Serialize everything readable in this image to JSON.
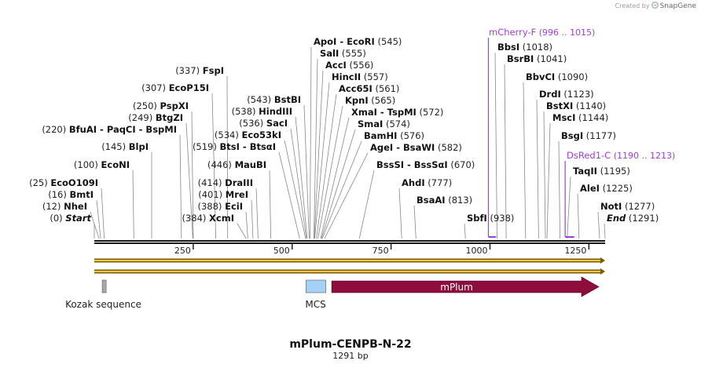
{
  "credit": {
    "prefix": "Created by",
    "brand": "SnapGene"
  },
  "map": {
    "title": "mPlum-CENPB-N-22",
    "subtitle": "1291 bp",
    "length": 1291,
    "ticks": [
      250,
      500,
      750,
      1000,
      1250
    ],
    "tick_labels": [
      "250",
      "500",
      "750",
      "1000",
      "1250"
    ]
  },
  "sites": [
    {
      "name": "Start",
      "pos": "(0)",
      "bp": 0,
      "italic": true
    },
    {
      "name": "NheI",
      "pos": "(12)",
      "bp": 12
    },
    {
      "name": "BmtI",
      "pos": "(16)",
      "bp": 16
    },
    {
      "name": "EcoO109I",
      "pos": "(25)",
      "bp": 25
    },
    {
      "name": "EcoNI",
      "pos": "(100)",
      "bp": 100
    },
    {
      "name": "BlpI",
      "pos": "(145)",
      "bp": 145
    },
    {
      "name": "BfuAI - PaqCI - BspMI",
      "pos": "(220)",
      "bp": 220
    },
    {
      "name": "BtgZI",
      "pos": "(249)",
      "bp": 249
    },
    {
      "name": "PspXI",
      "pos": "(250)",
      "bp": 250
    },
    {
      "name": "EcoP15I",
      "pos": "(307)",
      "bp": 307
    },
    {
      "name": "FspI",
      "pos": "(337)",
      "bp": 337
    },
    {
      "name": "XcmI",
      "pos": "(384)",
      "bp": 384
    },
    {
      "name": "EciI",
      "pos": "(388)",
      "bp": 388
    },
    {
      "name": "MreI",
      "pos": "(401)",
      "bp": 401
    },
    {
      "name": "DraIII",
      "pos": "(414)",
      "bp": 414
    },
    {
      "name": "MauBI",
      "pos": "(446)",
      "bp": 446
    },
    {
      "name": "BtsI - BtsαI",
      "pos": "(519)",
      "bp": 519
    },
    {
      "name": "Eco53kI",
      "pos": "(534)",
      "bp": 534
    },
    {
      "name": "SacI",
      "pos": "(536)",
      "bp": 536
    },
    {
      "name": "HindIII",
      "pos": "(538)",
      "bp": 538
    },
    {
      "name": "BstBI",
      "pos": "(543)",
      "bp": 543
    },
    {
      "name": "ApoI - EcoRI",
      "pos": "(545)",
      "bp": 545
    },
    {
      "name": "SalI",
      "pos": "(555)",
      "bp": 555
    },
    {
      "name": "AccI",
      "pos": "(556)",
      "bp": 556
    },
    {
      "name": "HincII",
      "pos": "(557)",
      "bp": 557
    },
    {
      "name": "Acc65I",
      "pos": "(561)",
      "bp": 561
    },
    {
      "name": "KpnI",
      "pos": "(565)",
      "bp": 565
    },
    {
      "name": "XmaI - TspMI",
      "pos": "(572)",
      "bp": 572
    },
    {
      "name": "SmaI",
      "pos": "(574)",
      "bp": 574
    },
    {
      "name": "BamHI",
      "pos": "(576)",
      "bp": 576
    },
    {
      "name": "AgeI - BsaWI",
      "pos": "(582)",
      "bp": 582
    },
    {
      "name": "BssSI - BssSαI",
      "pos": "(670)",
      "bp": 670
    },
    {
      "name": "AhdI",
      "pos": "(777)",
      "bp": 777
    },
    {
      "name": "BsaAI",
      "pos": "(813)",
      "bp": 813
    },
    {
      "name": "SbfI",
      "pos": "(938)",
      "bp": 938
    },
    {
      "name": "BbsI",
      "pos": "(1018)",
      "bp": 1018
    },
    {
      "name": "BsrBI",
      "pos": "(1041)",
      "bp": 1041
    },
    {
      "name": "BbvCI",
      "pos": "(1090)",
      "bp": 1090
    },
    {
      "name": "DrdI",
      "pos": "(1123)",
      "bp": 1123
    },
    {
      "name": "BstXI",
      "pos": "(1140)",
      "bp": 1140
    },
    {
      "name": "MscI",
      "pos": "(1144)",
      "bp": 1144
    },
    {
      "name": "BsgI",
      "pos": "(1177)",
      "bp": 1177
    },
    {
      "name": "TaqII",
      "pos": "(1195)",
      "bp": 1195
    },
    {
      "name": "AleI",
      "pos": "(1225)",
      "bp": 1225
    },
    {
      "name": "NotI",
      "pos": "(1277)",
      "bp": 1277
    },
    {
      "name": "End",
      "pos": "(1291)",
      "bp": 1291,
      "italic": true
    }
  ],
  "primers": [
    {
      "name": "mCherry-F",
      "range": "(996 .. 1015)",
      "start": 996,
      "end": 1015
    },
    {
      "name": "DsRed1-C",
      "range": "(1190 .. 1213)",
      "start": 1190,
      "end": 1213
    }
  ],
  "features": [
    {
      "name": "Kozak sequence",
      "start": 20,
      "end": 25,
      "color": "#a9a9a9",
      "kind": "box"
    },
    {
      "name": "MCS",
      "start": 535,
      "end": 585,
      "color": "#a6d1f7",
      "kind": "box"
    },
    {
      "name": "mPlum",
      "start": 600,
      "end": 1291,
      "color": "#8e0d3c",
      "kind": "arrow"
    }
  ],
  "orfs": [
    {
      "start": 0,
      "end": 1291
    },
    {
      "start": 0,
      "end": 1291
    }
  ],
  "colors": {
    "backbone": "#1a1a1a",
    "orf_fill": "#f5c742",
    "orf_edge": "#7a5c00",
    "primer": "#9f3ddf",
    "leader": "#888888"
  }
}
